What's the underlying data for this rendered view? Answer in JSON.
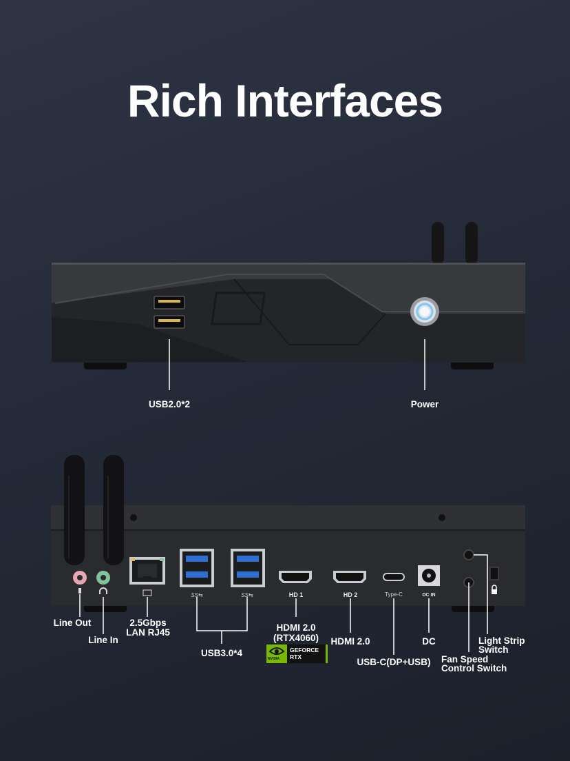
{
  "title": "Rich Interfaces",
  "front_labels": {
    "usb2": "USB2.0*2",
    "power": "Power"
  },
  "rear_labels": {
    "line_out": "Line Out",
    "line_in": "Line In",
    "lan_line1": "2.5Gbps",
    "lan_line2": "LAN RJ45",
    "usb3": "USB3.0*4",
    "hdmi1_line1": "HDMI 2.0",
    "hdmi1_line2": "(RTX4060)",
    "hdmi2": "HDMI 2.0",
    "usbc": "USB-C(DP+USB)",
    "dc": "DC",
    "light_line1": "Light Strip",
    "light_line2": "Switch",
    "fan_line1": "Fan Speed",
    "fan_line2": "Control Switch"
  },
  "port_silk": {
    "hd1": "HD 1",
    "hd2": "HD 2",
    "typec": "Type-C",
    "dcin": "DC IN",
    "ss1": "SS⇆",
    "ss2": "SS⇆"
  },
  "badge": {
    "line1": "GEFORCE",
    "line2": "RTX",
    "brand": "NVIDIA"
  },
  "colors": {
    "background": "#252a38",
    "device": "#1f2024",
    "nvidia_green": "#76b900",
    "usb3_blue": "#2e6fd1",
    "line_out_pink": "#e8a7b4",
    "line_in_green": "#7fc49b",
    "power_ring": "#7ec8f0"
  }
}
